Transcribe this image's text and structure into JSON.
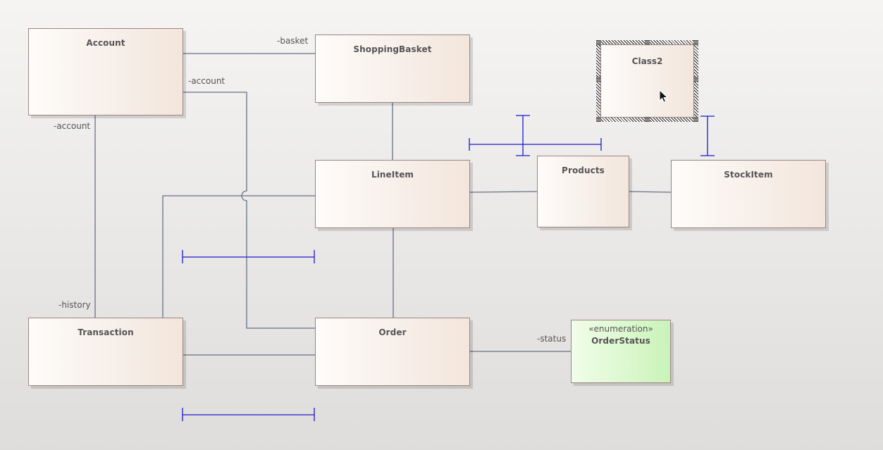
{
  "diagram": {
    "type": "UML class diagram",
    "classes": [
      {
        "id": "account",
        "name": "Account"
      },
      {
        "id": "shoppingbasket",
        "name": "ShoppingBasket"
      },
      {
        "id": "class2",
        "name": "Class2",
        "selected": true
      },
      {
        "id": "lineitem",
        "name": "LineItem"
      },
      {
        "id": "products",
        "name": "Products"
      },
      {
        "id": "stockitem",
        "name": "StockItem"
      },
      {
        "id": "transaction",
        "name": "Transaction"
      },
      {
        "id": "order",
        "name": "Order"
      },
      {
        "id": "orderstatus",
        "name": "OrderStatus",
        "stereotype": "«enumeration»"
      }
    ],
    "roles": {
      "basket": "-basket",
      "account_right": "-account",
      "account_bottom": "-account",
      "history": "-history",
      "status": "-status"
    },
    "associations": [
      {
        "from": "Account",
        "to": "ShoppingBasket",
        "role": "-basket"
      },
      {
        "from": "Account",
        "to": "Order",
        "role": "-account"
      },
      {
        "from": "Account",
        "to": "Transaction",
        "roles": [
          "-account",
          "-history"
        ]
      },
      {
        "from": "ShoppingBasket",
        "to": "LineItem"
      },
      {
        "from": "LineItem",
        "to": "Transaction"
      },
      {
        "from": "LineItem",
        "to": "Products"
      },
      {
        "from": "LineItem",
        "to": "Order"
      },
      {
        "from": "Products",
        "to": "StockItem"
      },
      {
        "from": "Transaction",
        "to": "Order"
      },
      {
        "from": "Order",
        "to": "OrderStatus",
        "role": "-status"
      }
    ],
    "colors": {
      "connector": "#67708a",
      "guide": "#1a1acc",
      "class_border": "#9c8482",
      "enum_fill": "#d6f6c8"
    }
  }
}
